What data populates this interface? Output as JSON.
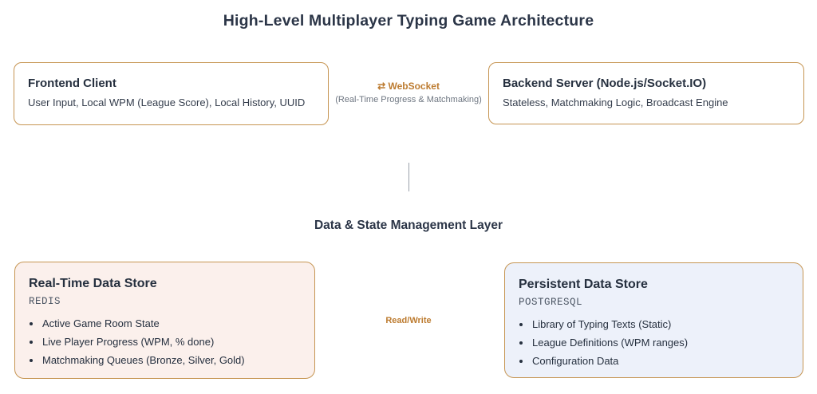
{
  "title": "High-Level Multiplayer Typing Game Architecture",
  "frontend": {
    "title": "Frontend Client",
    "subtitle": "User Input, Local WPM (League Score), Local History, UUID"
  },
  "backend": {
    "title": "Backend Server (Node.js/Socket.IO)",
    "subtitle": "Stateless, Matchmaking Logic, Broadcast Engine"
  },
  "connection": {
    "arrow_icon": "⇄",
    "label": "WebSocket",
    "sublabel": "(Real-Time Progress & Matchmaking)"
  },
  "data_layer": {
    "heading": "Data & State Management Layer",
    "read_write_label": "Read/Write",
    "realtime_store": {
      "title": "Real-Time Data Store",
      "technology": "REDIS",
      "items": [
        "Active Game Room State",
        "Live Player Progress (WPM, % done)",
        "Matchmaking Queues (Bronze, Silver, Gold)"
      ]
    },
    "persistent_store": {
      "title": "Persistent Data Store",
      "technology": "POSTGRESQL",
      "items": [
        "Library of Typing Texts (Static)",
        "League Definitions (WPM ranges)",
        "Configuration Data"
      ]
    }
  },
  "colors": {
    "border": "#c69552",
    "accent_text": "#bd7c31",
    "realtime_bg": "#fbf0ec",
    "persistent_bg": "#edf1fa",
    "heading_text": "#2b3547"
  }
}
